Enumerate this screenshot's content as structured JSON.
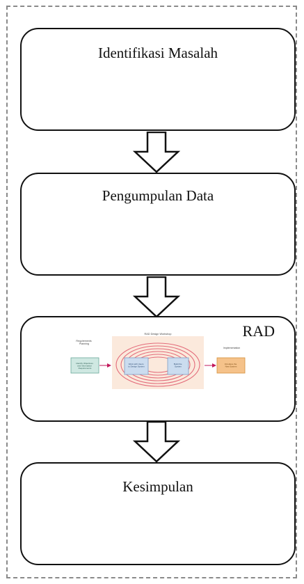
{
  "steps": [
    {
      "title": "Identifikasi Masalah"
    },
    {
      "title": "Pengumpulan Data"
    },
    {
      "title": "RAD",
      "figure": {
        "header": "RAD Design Workshop",
        "left_heading": "Requirements Planning",
        "left_box": "Identify Objectives and Information Requirements",
        "center_box_1": "Work with Users to Design System",
        "center_box_2": "Build the System",
        "right_heading": "Implementation",
        "right_box": "Introduce the New System"
      }
    },
    {
      "title": "Kesimpulan"
    }
  ]
}
